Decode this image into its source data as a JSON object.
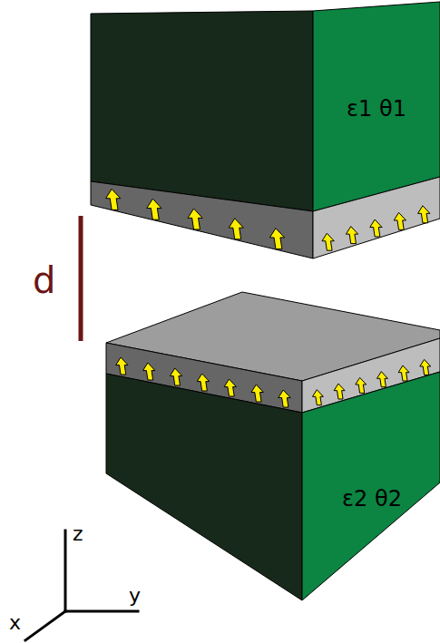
{
  "diagram": {
    "nodes": [
      {
        "text": [
          "ε1 θ1"
        ]
      },
      {
        "text": [
          "ε2 θ2"
        ]
      }
    ],
    "labels": [
      "d",
      "z",
      "y",
      "x"
    ]
  }
}
